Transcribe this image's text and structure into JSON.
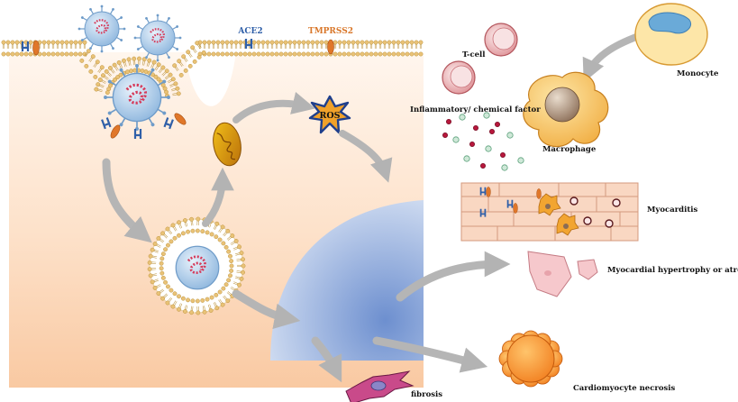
{
  "labels": {
    "ace2": "ACE2",
    "tmprss2": "TMPRSS2",
    "tcell": "T-cell",
    "monocyte": "Monocyte",
    "inflammatory": "Inflammatory/ chemical factor",
    "macrophage": "Macrophage",
    "ros": "ROS",
    "myocarditis": "Myocarditis",
    "hypertrophy": "Myocardial hypertrophy or atrophy",
    "fibrosis": "fibrosis",
    "necrosis": "Cardiomyocyte necrosis"
  },
  "colors": {
    "ace2": "#2f5fa8",
    "tmprss2": "#d9772a",
    "virus": "#a9c8e6",
    "rna": "#d63a5a",
    "cell_bg": "#fbd9c0",
    "nucleus": "#8ea9d8",
    "arrow": "#b5b5b5"
  }
}
